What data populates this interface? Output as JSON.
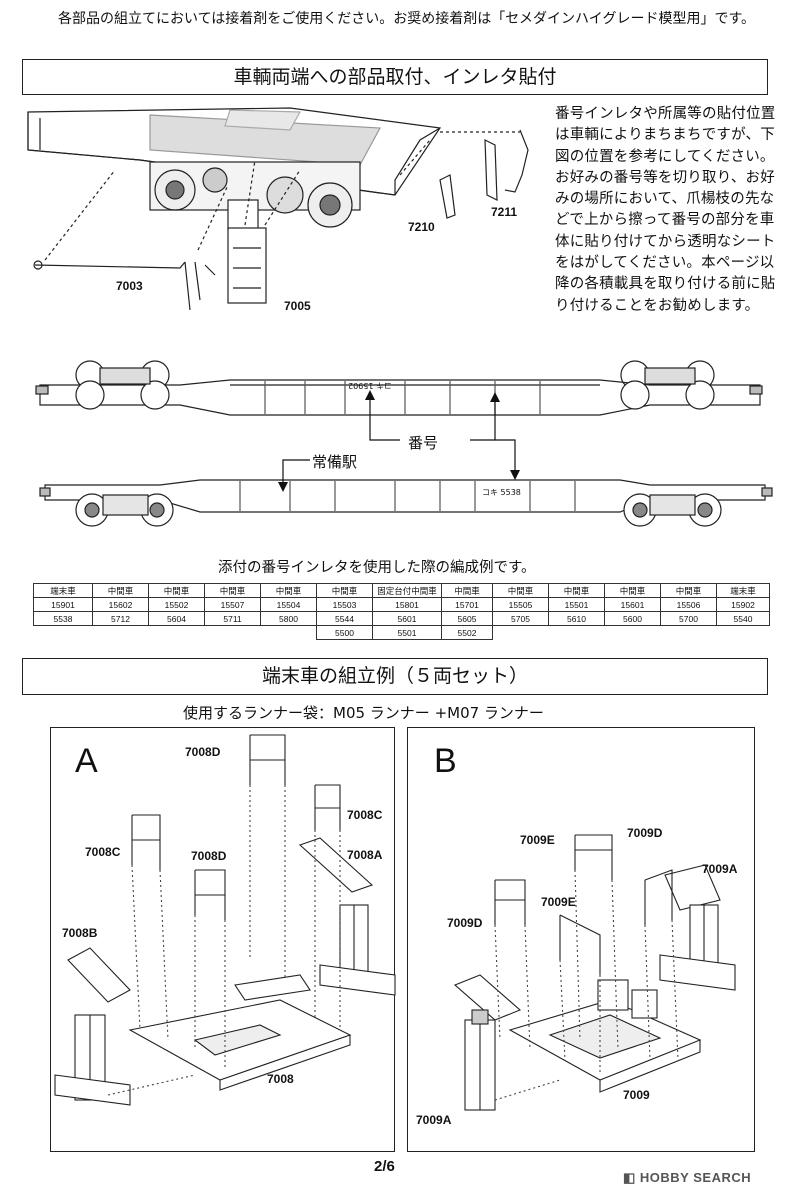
{
  "intro_text": "各部品の組立てにおいては接着剤をご使用ください。お奨め接着剤は「セメダインハイグレード模型用」です。",
  "section1_title": "車輌両端への部品取付、インレタ貼付",
  "side_text": "番号インレタや所属等の貼付位置は車輌によりまちまちですが、下図の位置を参考にしてください。お好みの番号等を切り取り、お好みの場所において、爪楊枝の先などで上から擦って番号の部分を車体に貼り付けてから透明なシートをはがしてください。本ページ以降の各積載具を取り付ける前に貼り付けることをお勧めします。",
  "top_parts": {
    "p7003": "7003",
    "p7005": "7005",
    "p7210": "7210",
    "p7211": "7211"
  },
  "car_labels": {
    "number": "番号",
    "station": "常備駅"
  },
  "car_markings": {
    "top_number": "コキ 15902",
    "bottom_number": "コキ 5538"
  },
  "table_caption": "添付の番号インレタを使用した際の編成例です。",
  "table": {
    "headers": [
      "端末車",
      "中間車",
      "中間車",
      "中間車",
      "中間車",
      "中間車",
      "固定台付中間車",
      "中間車",
      "中間車",
      "中間車",
      "中間車",
      "中間車",
      "端末車"
    ],
    "row1": [
      "15901",
      "15602",
      "15502",
      "15507",
      "15504",
      "15503",
      "15801",
      "15701",
      "15505",
      "15501",
      "15601",
      "15506",
      "15902"
    ],
    "row2": [
      "5538",
      "5712",
      "5604",
      "5711",
      "5800",
      "5544",
      "5601",
      "5605",
      "5705",
      "5610",
      "5600",
      "5700",
      "5540"
    ],
    "row3": [
      "5500",
      "5501",
      "5502"
    ]
  },
  "section2_title": "端末車の組立例（５両セット）",
  "runner_text": "使用するランナー袋：M05 ランナー +M07 ランナー",
  "panel_a": {
    "letter": "A",
    "parts": {
      "d_top": "7008D",
      "c_left": "7008C",
      "d_mid": "7008D",
      "c_right": "7008C",
      "a": "7008A",
      "b": "7008B",
      "base": "7008"
    }
  },
  "panel_b": {
    "letter": "B",
    "parts": {
      "e_top": "7009E",
      "d_right": "7009D",
      "e_mid": "7009E",
      "d_left": "7009D",
      "a_top": "7009A",
      "a_bottom": "7009A",
      "base": "7009"
    }
  },
  "page_number": "2/6",
  "watermark": "HOBBY SEARCH"
}
